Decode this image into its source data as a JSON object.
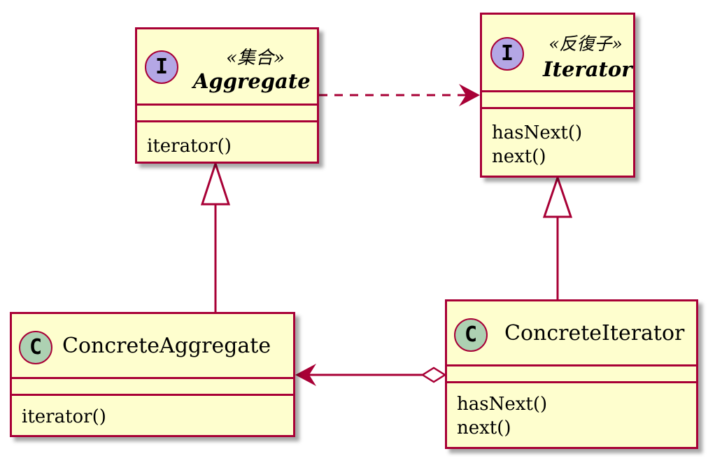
{
  "colors": {
    "border": "#A80036",
    "class_fill": "#FEFECE",
    "interface_badge": "#B4A7E5",
    "class_badge": "#ADD1B2"
  },
  "classes": {
    "aggregate": {
      "badge": "I",
      "stereotype": "«集合»",
      "name": "Aggregate",
      "methods": [
        "iterator()"
      ]
    },
    "iterator": {
      "badge": "I",
      "stereotype": "«反復子»",
      "name": "Iterator",
      "methods": [
        "hasNext()",
        "next()"
      ]
    },
    "concrete_aggregate": {
      "badge": "C",
      "name": "ConcreteAggregate",
      "methods": [
        "iterator()"
      ]
    },
    "concrete_iterator": {
      "badge": "C",
      "name": "ConcreteIterator",
      "methods": [
        "hasNext()",
        "next()"
      ]
    }
  },
  "relations": [
    {
      "from": "Aggregate",
      "to": "Iterator",
      "kind": "dependency"
    },
    {
      "from": "ConcreteAggregate",
      "to": "Aggregate",
      "kind": "realization"
    },
    {
      "from": "ConcreteIterator",
      "to": "Iterator",
      "kind": "realization"
    },
    {
      "from": "ConcreteIterator",
      "to": "ConcreteAggregate",
      "kind": "aggregation"
    }
  ]
}
